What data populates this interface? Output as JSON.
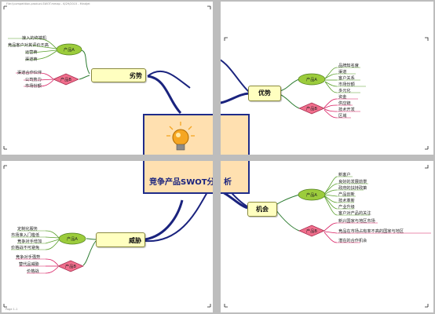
{
  "header_text": "File:\\\\competition-product-SWOT.mmap - 6/29/2015 - Mindjet",
  "footer_text": "Page 1-1",
  "central_topic": "竞争产品SWOT分析",
  "central_tail": "析",
  "weakness": {
    "label": "劣势",
    "product_a": "产品A",
    "product_b": "产品B",
    "a_items": [
      "接入的终端机",
      "竞品客户对其评价不高",
      "运营商",
      "渠道商"
    ],
    "b_items": [
      "渠道合作伙伴",
      "公司势力",
      "市场份额"
    ]
  },
  "strength": {
    "label": "优势",
    "product_a": "产品A",
    "product_b": "产品B",
    "a_items": [
      "品牌知名度",
      "渠道",
      "客户关系",
      "市场份额",
      "多元化"
    ],
    "b_items": [
      "资金",
      "供应链",
      "技术开发",
      "区域"
    ]
  },
  "threat": {
    "label": "威胁",
    "product_a": "产品A",
    "product_b": "产品B",
    "a_items": [
      "定制化服务",
      "市场准入门槛低",
      "竞争对手增加",
      "价格战不可避免"
    ],
    "b_items": [
      "竞争对手强势",
      "替代品威胁",
      "价格战"
    ]
  },
  "opportunity": {
    "label": "机会",
    "product_a": "产品A",
    "product_b": "产品B",
    "a_items": [
      "新客户",
      "良好的发展前景",
      "政府的扶持政策",
      "产品创新",
      "技术革新",
      "产业升级",
      "客户对产品的关注"
    ],
    "b_items": [
      "新兴国家与地区市场",
      "竞品在市场占有率不高的国家与地区",
      "潜在的合作机会"
    ]
  },
  "colors": {
    "branch_line": "#1a237e",
    "main_topic_fill": "#ffffc0",
    "product_a_fill": "#9ccc3c",
    "product_b_fill": "#f06e8c",
    "center_fill": "#ffe0b0",
    "bulb": "#f5a623"
  }
}
